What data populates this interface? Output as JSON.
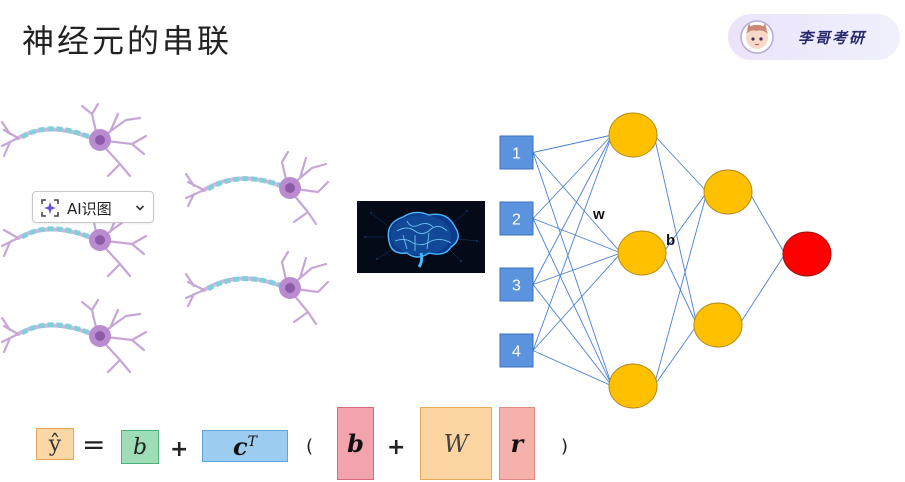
{
  "title": "神经元的串联",
  "badge": {
    "text": "李哥考研"
  },
  "ai_pill": {
    "label": "AI识图"
  },
  "network": {
    "inputs": [
      "1",
      "2",
      "3",
      "4"
    ],
    "weight_label": "w",
    "bias_label": "b",
    "colors": {
      "input_fill": "#5b93de",
      "hidden_fill": "#ffc000",
      "output_fill": "#ff0000",
      "edge": "#4a7fd0"
    }
  },
  "formula": {
    "y_hat": "ŷ",
    "equals": "=",
    "b1": "b",
    "plus1": "+",
    "cT_base": "c",
    "cT_sup": "T",
    "lparen": "(",
    "b2": "b",
    "plus2": "+",
    "W": "W",
    "r": "r",
    "rparen": ")",
    "colors": {
      "y_box": "#fbd7a6",
      "b_box": "#9fdcb8",
      "c_box": "#9ccdf0",
      "b2_box": "#f2a3ac",
      "W_box": "#fcd5a2",
      "r_box": "#f7b1ad"
    }
  }
}
